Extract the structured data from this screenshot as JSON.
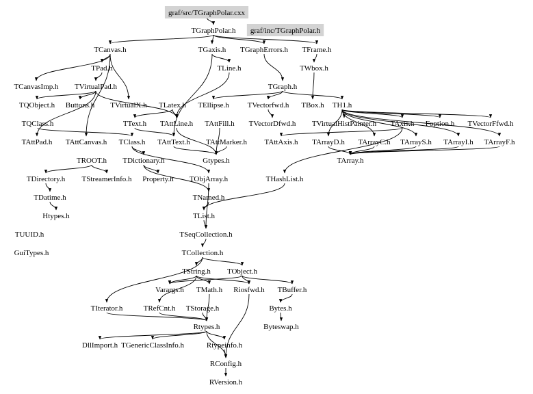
{
  "title": "graf/src/TGraphPolar.cxx include dependency graph",
  "colors": {
    "highlight_box": "#d3d3d3",
    "edge": "#000000",
    "text": "#000000",
    "background": "#ffffff"
  },
  "nodes": [
    {
      "id": "src",
      "label": "graf/src/TGraphPolar.cxx",
      "highlight": true
    },
    {
      "id": "TGraphPolar",
      "label": "TGraphPolar.h"
    },
    {
      "id": "incTGraphPolar",
      "label": "graf/inc/TGraphPolar.h",
      "highlight": true
    },
    {
      "id": "TCanvas",
      "label": "TCanvas.h"
    },
    {
      "id": "TGaxis",
      "label": "TGaxis.h"
    },
    {
      "id": "TGraphErrors",
      "label": "TGraphErrors.h"
    },
    {
      "id": "TFrame",
      "label": "TFrame.h"
    },
    {
      "id": "TPad",
      "label": "TPad.h"
    },
    {
      "id": "TLine",
      "label": "TLine.h"
    },
    {
      "id": "TWbox",
      "label": "TWbox.h"
    },
    {
      "id": "TCanvasImp",
      "label": "TCanvasImp.h"
    },
    {
      "id": "TVirtualPad",
      "label": "TVirtualPad.h"
    },
    {
      "id": "TGraph",
      "label": "TGraph.h"
    },
    {
      "id": "TQObject",
      "label": "TQObject.h"
    },
    {
      "id": "Buttons",
      "label": "Buttons.h"
    },
    {
      "id": "TVirtualX",
      "label": "TVirtualX.h"
    },
    {
      "id": "TLatex",
      "label": "TLatex.h"
    },
    {
      "id": "TEllipse",
      "label": "TEllipse.h"
    },
    {
      "id": "TVectorfwd",
      "label": "TVectorfwd.h"
    },
    {
      "id": "TBox",
      "label": "TBox.h"
    },
    {
      "id": "TH1",
      "label": "TH1.h"
    },
    {
      "id": "TQClass",
      "label": "TQClass.h"
    },
    {
      "id": "TText",
      "label": "TText.h"
    },
    {
      "id": "TAttLine",
      "label": "TAttLine.h"
    },
    {
      "id": "TAttFill",
      "label": "TAttFill.h"
    },
    {
      "id": "TVectorDfwd",
      "label": "TVectorDfwd.h"
    },
    {
      "id": "TVirtualHistPainter",
      "label": "TVirtualHistPainter.h"
    },
    {
      "id": "TAxis",
      "label": "TAxis.h"
    },
    {
      "id": "Foption",
      "label": "Foption.h"
    },
    {
      "id": "TVectorFfwd",
      "label": "TVectorFfwd.h"
    },
    {
      "id": "TAttPad",
      "label": "TAttPad.h"
    },
    {
      "id": "TAttCanvas",
      "label": "TAttCanvas.h"
    },
    {
      "id": "TClass",
      "label": "TClass.h"
    },
    {
      "id": "TAttText",
      "label": "TAttText.h"
    },
    {
      "id": "TAttMarker",
      "label": "TAttMarker.h"
    },
    {
      "id": "TAttAxis",
      "label": "TAttAxis.h"
    },
    {
      "id": "TArrayD",
      "label": "TArrayD.h"
    },
    {
      "id": "TArrayC",
      "label": "TArrayC.h"
    },
    {
      "id": "TArrayS",
      "label": "TArrayS.h"
    },
    {
      "id": "TArrayI",
      "label": "TArrayI.h"
    },
    {
      "id": "TArrayF",
      "label": "TArrayF.h"
    },
    {
      "id": "TROOT",
      "label": "TROOT.h"
    },
    {
      "id": "TDictionary",
      "label": "TDictionary.h"
    },
    {
      "id": "Gtypes",
      "label": "Gtypes.h"
    },
    {
      "id": "TArray",
      "label": "TArray.h"
    },
    {
      "id": "TDirectory",
      "label": "TDirectory.h"
    },
    {
      "id": "TStreamerInfo",
      "label": "TStreamerInfo.h"
    },
    {
      "id": "Property",
      "label": "Property.h"
    },
    {
      "id": "TObjArray",
      "label": "TObjArray.h"
    },
    {
      "id": "THashList",
      "label": "THashList.h"
    },
    {
      "id": "TDatime",
      "label": "TDatime.h"
    },
    {
      "id": "TNamed",
      "label": "TNamed.h"
    },
    {
      "id": "Htypes",
      "label": "Htypes.h"
    },
    {
      "id": "TList",
      "label": "TList.h"
    },
    {
      "id": "TUUID",
      "label": "TUUID.h"
    },
    {
      "id": "TSeqCollection",
      "label": "TSeqCollection.h"
    },
    {
      "id": "GuiTypes",
      "label": "GuiTypes.h"
    },
    {
      "id": "TCollection",
      "label": "TCollection.h"
    },
    {
      "id": "TString",
      "label": "TString.h"
    },
    {
      "id": "TObject",
      "label": "TObject.h"
    },
    {
      "id": "Varargs",
      "label": "Varargs.h"
    },
    {
      "id": "TMath",
      "label": "TMath.h"
    },
    {
      "id": "Riosfwd",
      "label": "Riosfwd.h"
    },
    {
      "id": "TBuffer",
      "label": "TBuffer.h"
    },
    {
      "id": "TIterator",
      "label": "TIterator.h"
    },
    {
      "id": "TRefCnt",
      "label": "TRefCnt.h"
    },
    {
      "id": "TStorage",
      "label": "TStorage.h"
    },
    {
      "id": "Bytes",
      "label": "Bytes.h"
    },
    {
      "id": "Rtypes",
      "label": "Rtypes.h"
    },
    {
      "id": "Byteswap",
      "label": "Byteswap.h"
    },
    {
      "id": "DllImport",
      "label": "DllImport.h"
    },
    {
      "id": "TGenericClassInfo",
      "label": "TGenericClassInfo.h"
    },
    {
      "id": "Rtypeinfo",
      "label": "Rtypeinfo.h"
    },
    {
      "id": "RConfig",
      "label": "RConfig.h"
    },
    {
      "id": "RVersion",
      "label": "RVersion.h"
    }
  ],
  "edges": [
    [
      "src",
      "TGraphPolar"
    ],
    [
      "TGraphPolar",
      "TCanvas"
    ],
    [
      "TGraphPolar",
      "TGaxis"
    ],
    [
      "TGraphPolar",
      "TGraphErrors"
    ],
    [
      "TGraphPolar",
      "TFrame"
    ],
    [
      "TCanvas",
      "TPad"
    ],
    [
      "TCanvas",
      "TCanvasImp"
    ],
    [
      "TCanvas",
      "TAttCanvas"
    ],
    [
      "TCanvas",
      "TVirtualX"
    ],
    [
      "TPad",
      "TVirtualPad"
    ],
    [
      "TVirtualPad",
      "TQObject"
    ],
    [
      "TVirtualPad",
      "Buttons"
    ],
    [
      "TVirtualPad",
      "TAttPad"
    ],
    [
      "TVirtualPad",
      "TAttLine"
    ],
    [
      "TGaxis",
      "TLine"
    ],
    [
      "TGaxis",
      "TAttText"
    ],
    [
      "TGraphErrors",
      "TGraph"
    ],
    [
      "TFrame",
      "TWbox"
    ],
    [
      "TWbox",
      "TBox"
    ],
    [
      "TGraph",
      "TH1"
    ],
    [
      "TGraph",
      "TVectorfwd"
    ],
    [
      "TGraph",
      "TEllipse"
    ],
    [
      "TH1",
      "TAxis"
    ],
    [
      "TH1",
      "TVirtualHistPainter"
    ],
    [
      "TH1",
      "Foption"
    ],
    [
      "TH1",
      "TArrayD"
    ],
    [
      "TH1",
      "TArrayC"
    ],
    [
      "TH1",
      "TArrayS"
    ],
    [
      "TH1",
      "TArrayI"
    ],
    [
      "TH1",
      "TArrayF"
    ],
    [
      "TH1",
      "TVectorFfwd"
    ],
    [
      "TVectorfwd",
      "TVectorDfwd"
    ],
    [
      "TLine",
      "TAttLine"
    ],
    [
      "TLatex",
      "TText"
    ],
    [
      "TLatex",
      "TAttLine"
    ],
    [
      "TText",
      "TAttText"
    ],
    [
      "TAxis",
      "TAttAxis"
    ],
    [
      "TAxis",
      "THashList"
    ],
    [
      "TArrayD",
      "TArray"
    ],
    [
      "TArrayC",
      "TArray"
    ],
    [
      "TArrayS",
      "TArray"
    ],
    [
      "TArrayI",
      "TArray"
    ],
    [
      "TArrayF",
      "TArray"
    ],
    [
      "TAttLine",
      "Gtypes"
    ],
    [
      "TAttFill",
      "Gtypes"
    ],
    [
      "TAttMarker",
      "Gtypes"
    ],
    [
      "TAttText",
      "Gtypes"
    ],
    [
      "TQClass",
      "TClass"
    ],
    [
      "TClass",
      "TDictionary"
    ],
    [
      "TClass",
      "TObjArray"
    ],
    [
      "TROOT",
      "TDirectory"
    ],
    [
      "TROOT",
      "TStreamerInfo"
    ],
    [
      "TDictionary",
      "Property"
    ],
    [
      "TDictionary",
      "TNamed"
    ],
    [
      "TDirectory",
      "TDatime"
    ],
    [
      "TDatime",
      "Htypes"
    ],
    [
      "TNamed",
      "TList"
    ],
    [
      "TObjArray",
      "TSeqCollection"
    ],
    [
      "THashList",
      "TList"
    ],
    [
      "TList",
      "TSeqCollection"
    ],
    [
      "TSeqCollection",
      "TCollection"
    ],
    [
      "TCollection",
      "TObject"
    ],
    [
      "TCollection",
      "TString"
    ],
    [
      "TCollection",
      "TIterator"
    ],
    [
      "TString",
      "TRefCnt"
    ],
    [
      "TString",
      "Varargs"
    ],
    [
      "TString",
      "TMath"
    ],
    [
      "TString",
      "Riosfwd"
    ],
    [
      "TObject",
      "Varargs"
    ],
    [
      "TObject",
      "Riosfwd"
    ],
    [
      "TObject",
      "TBuffer"
    ],
    [
      "TBuffer",
      "Bytes"
    ],
    [
      "Bytes",
      "Byteswap"
    ],
    [
      "TStorage",
      "Rtypes"
    ],
    [
      "TRefCnt",
      "Rtypes"
    ],
    [
      "TMath",
      "Rtypes"
    ],
    [
      "TIterator",
      "Rtypes"
    ],
    [
      "Rtypes",
      "DllImport"
    ],
    [
      "Rtypes",
      "TGenericClassInfo"
    ],
    [
      "Rtypes",
      "Rtypeinfo"
    ],
    [
      "Rtypes",
      "RConfig"
    ],
    [
      "Rtypeinfo",
      "RConfig"
    ],
    [
      "RConfig",
      "RVersion"
    ],
    [
      "Riosfwd",
      "RConfig"
    ]
  ]
}
